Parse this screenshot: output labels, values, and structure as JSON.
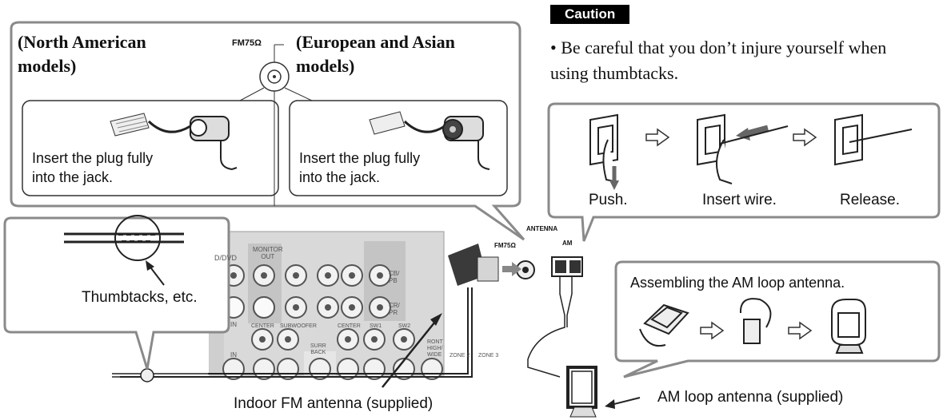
{
  "fm_callout": {
    "north_american_heading": "(North American\nmodels)",
    "european_heading": "(European and Asian\nmodels)",
    "fm_jack_label": "FM75Ω",
    "left_instruction": "Insert the plug fully\ninto the jack.",
    "right_instruction": "Insert the plug fully\ninto the jack."
  },
  "caution": {
    "badge": "Caution",
    "text": "• Be careful that you don’t injure yourself when\n  using thumbtacks."
  },
  "steps": {
    "items": [
      {
        "label": "Push."
      },
      {
        "label": "Insert wire."
      },
      {
        "label": "Release."
      }
    ],
    "arrow_icon": "hollow-right-arrow-icon"
  },
  "thumbtack_callout": {
    "label": "Thumbtacks, etc."
  },
  "rear_panel": {
    "antenna_label": "ANTENNA",
    "fm_label": "FM75Ω",
    "am_label": "AM",
    "labels": {
      "dvd": "D/DVD",
      "monitor_out": "MONITOR\nOUT",
      "cb_pb": "CB/\nPB",
      "cr_pr": "CR/\nPR",
      "in_1": "IN",
      "in_2": "IN",
      "center_1": "CENTER",
      "subwoofer": "SUBWOOFER",
      "center_2": "CENTER",
      "sw1": "SW1",
      "sw2": "SW2",
      "surr_back": "SURR\nBACK",
      "front_high_wide": "RONT\nHIGH/\nWIDE",
      "zone2": "ZONE 2",
      "zone3": "ZONE 3"
    }
  },
  "am_assembly": {
    "title": "Assembling the AM loop antenna."
  },
  "captions": {
    "indoor_fm": "Indoor FM antenna (supplied)",
    "am_loop": "AM loop antenna (supplied)"
  },
  "colors": {
    "panel_gray": "#d9d9d9",
    "callout_border": "#8a8a8a",
    "badge_bg": "#000000"
  }
}
